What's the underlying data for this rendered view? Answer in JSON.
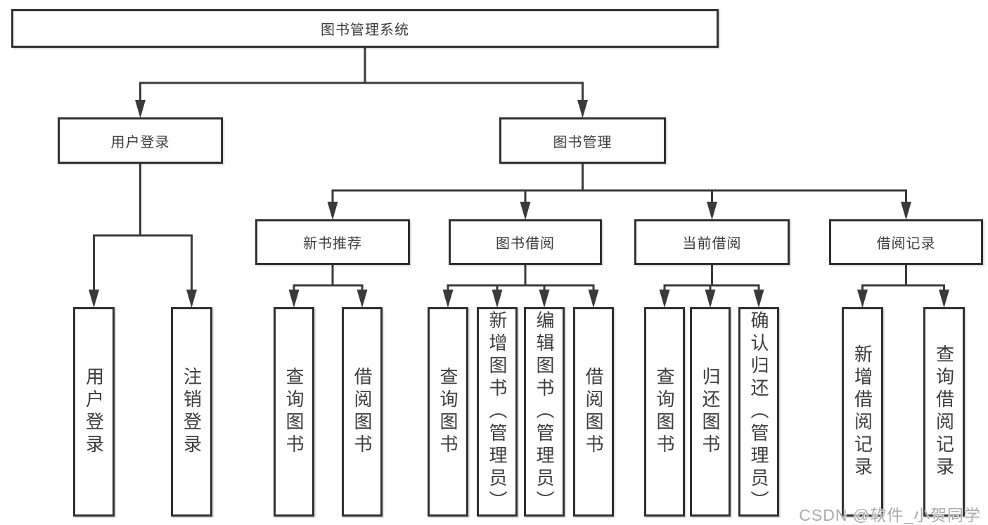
{
  "diagram": {
    "title": {
      "label": "图书管理系统"
    },
    "level2": {
      "user_login": {
        "label": "用户登录"
      },
      "book_mgmt": {
        "label": "图书管理"
      }
    },
    "level3": {
      "new_books": {
        "label": "新书推荐"
      },
      "book_borrow": {
        "label": "图书借阅"
      },
      "current_borrow": {
        "label": "当前借阅"
      },
      "borrow_records": {
        "label": "借阅记录"
      }
    },
    "leaves": {
      "g1a": "用户登录",
      "g1b": "注销登录",
      "g2a": "查询图书",
      "g2b": "借阅图书",
      "g3a": "查询图书",
      "g3b": "新增图书（管理员）",
      "g3c": "编辑图书（管理员）",
      "g3d": "借阅图书",
      "g4a": "查询图书",
      "g4b": "归还图书",
      "g4c": "确认归还（管理员）",
      "g5a": "新增借阅记录",
      "g5b": "查询借阅记录"
    }
  },
  "watermark": {
    "text": "CSDN @软件_小贺同学"
  },
  "colors": {
    "line": "#3a3a3a",
    "box_border": "#303030",
    "text": "#3d3d3d",
    "background": "#ffffff",
    "watermark_text": "#ababab"
  }
}
